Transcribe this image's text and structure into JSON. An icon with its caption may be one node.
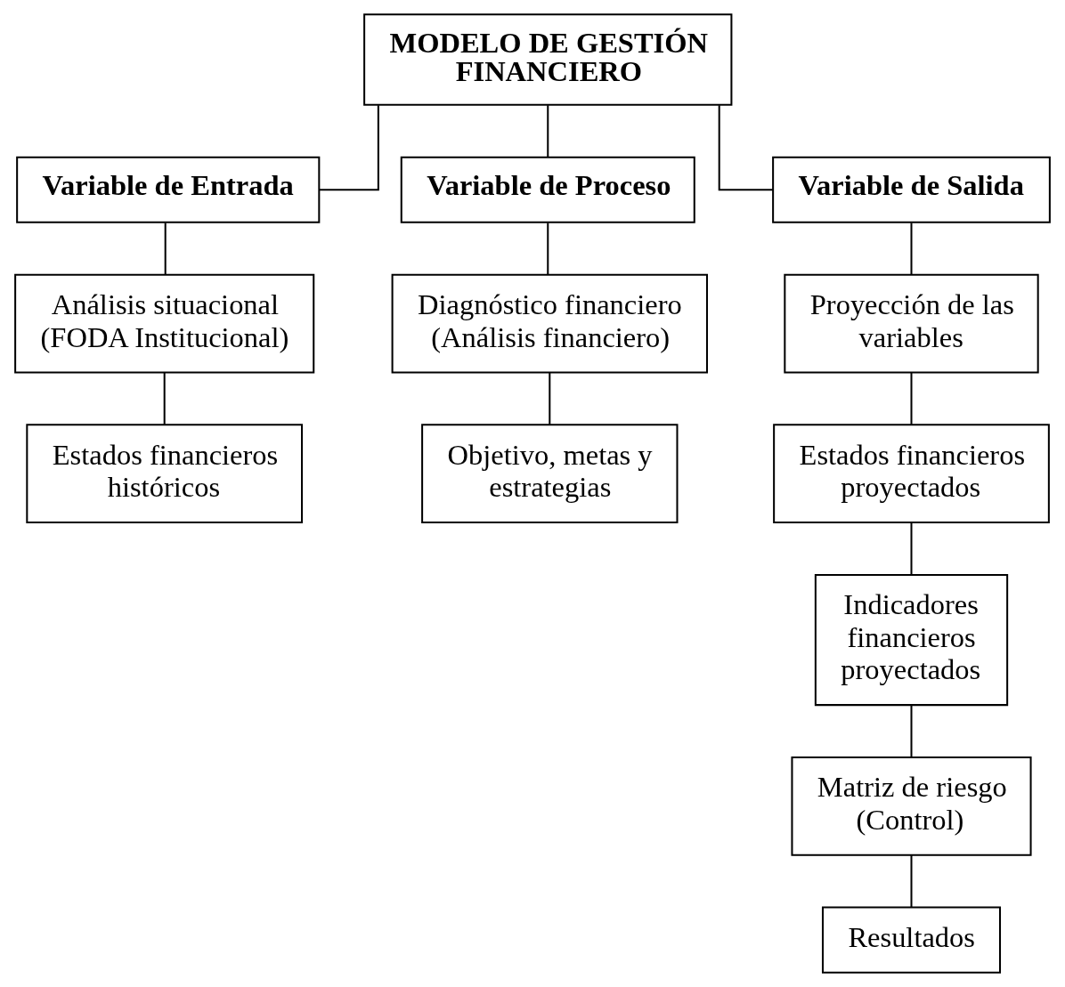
{
  "diagram": {
    "nodes": [
      {
        "text": [
          "MODELO DE GESTIÓN FINANCIERO"
        ]
      },
      {
        "text": [
          "Variable de Entrada"
        ]
      },
      {
        "text": [
          "Variable de Proceso"
        ]
      },
      {
        "text": [
          "Variable de Salida"
        ]
      },
      {
        "text": [
          "Análisis situacional (FODA Institucional)"
        ]
      },
      {
        "text": [
          "Estados financieros históricos"
        ]
      },
      {
        "text": [
          "Diagnóstico financiero (Análisis financiero)"
        ]
      },
      {
        "text": [
          "Objetivo, metas y estrategias"
        ]
      },
      {
        "text": [
          "Proyección de las variables"
        ]
      },
      {
        "text": [
          "Estados financieros proyectados"
        ]
      },
      {
        "text": [
          "Indicadores financieros proyectados"
        ]
      },
      {
        "text": [
          "Matriz de riesgo (Control)"
        ]
      },
      {
        "text": [
          "Resultados"
        ]
      }
    ],
    "edges": [
      {
        "from": 0,
        "to": 1,
        "arrow": "none"
      },
      {
        "from": 0,
        "to": 2,
        "arrow": "none"
      },
      {
        "from": 0,
        "to": 3,
        "arrow": "none"
      },
      {
        "from": 1,
        "to": 4,
        "arrow": "none"
      },
      {
        "from": 4,
        "to": 5,
        "arrow": "none"
      },
      {
        "from": 2,
        "to": 6,
        "arrow": "none"
      },
      {
        "from": 6,
        "to": 7,
        "arrow": "none"
      },
      {
        "from": 3,
        "to": 8,
        "arrow": "none"
      },
      {
        "from": 8,
        "to": 9,
        "arrow": "none"
      },
      {
        "from": 9,
        "to": 10,
        "arrow": "none"
      },
      {
        "from": 10,
        "to": 11,
        "arrow": "none"
      },
      {
        "from": 11,
        "to": 12,
        "arrow": "none"
      }
    ]
  }
}
